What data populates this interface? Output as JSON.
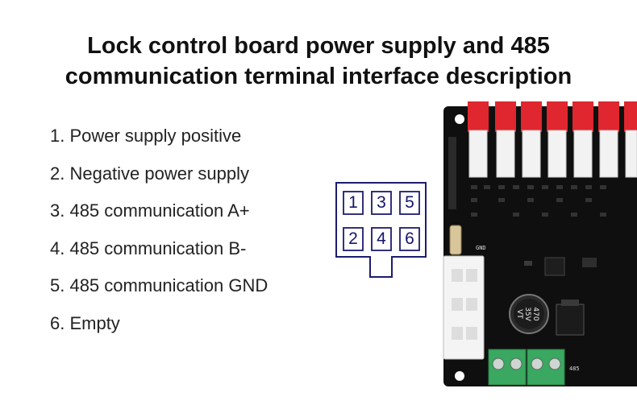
{
  "title": {
    "line1": "Lock control board power supply and 485",
    "line2": "communication terminal interface description"
  },
  "pin_descriptions": [
    "1. Power supply positive",
    "2. Negative power supply",
    "3. 485 communication A+",
    "4. 485 communication B-",
    "5. 485 communication GND",
    "6. Empty"
  ],
  "connector_diagram": {
    "top_row": [
      "1",
      "3",
      "5"
    ],
    "bottom_row": [
      "2",
      "4",
      "6"
    ],
    "outline_color": "#1c1c6e"
  },
  "board_photo": {
    "capacitor_marking": [
      "470",
      "35V",
      "VT"
    ],
    "terminal_label": "485",
    "header_label": "GND",
    "colors": {
      "pcb": "#0f0f0f",
      "red_connectors": "#e0262e",
      "white_connectors": "#f2f2f2",
      "green_terminals": "#3aa860"
    }
  }
}
